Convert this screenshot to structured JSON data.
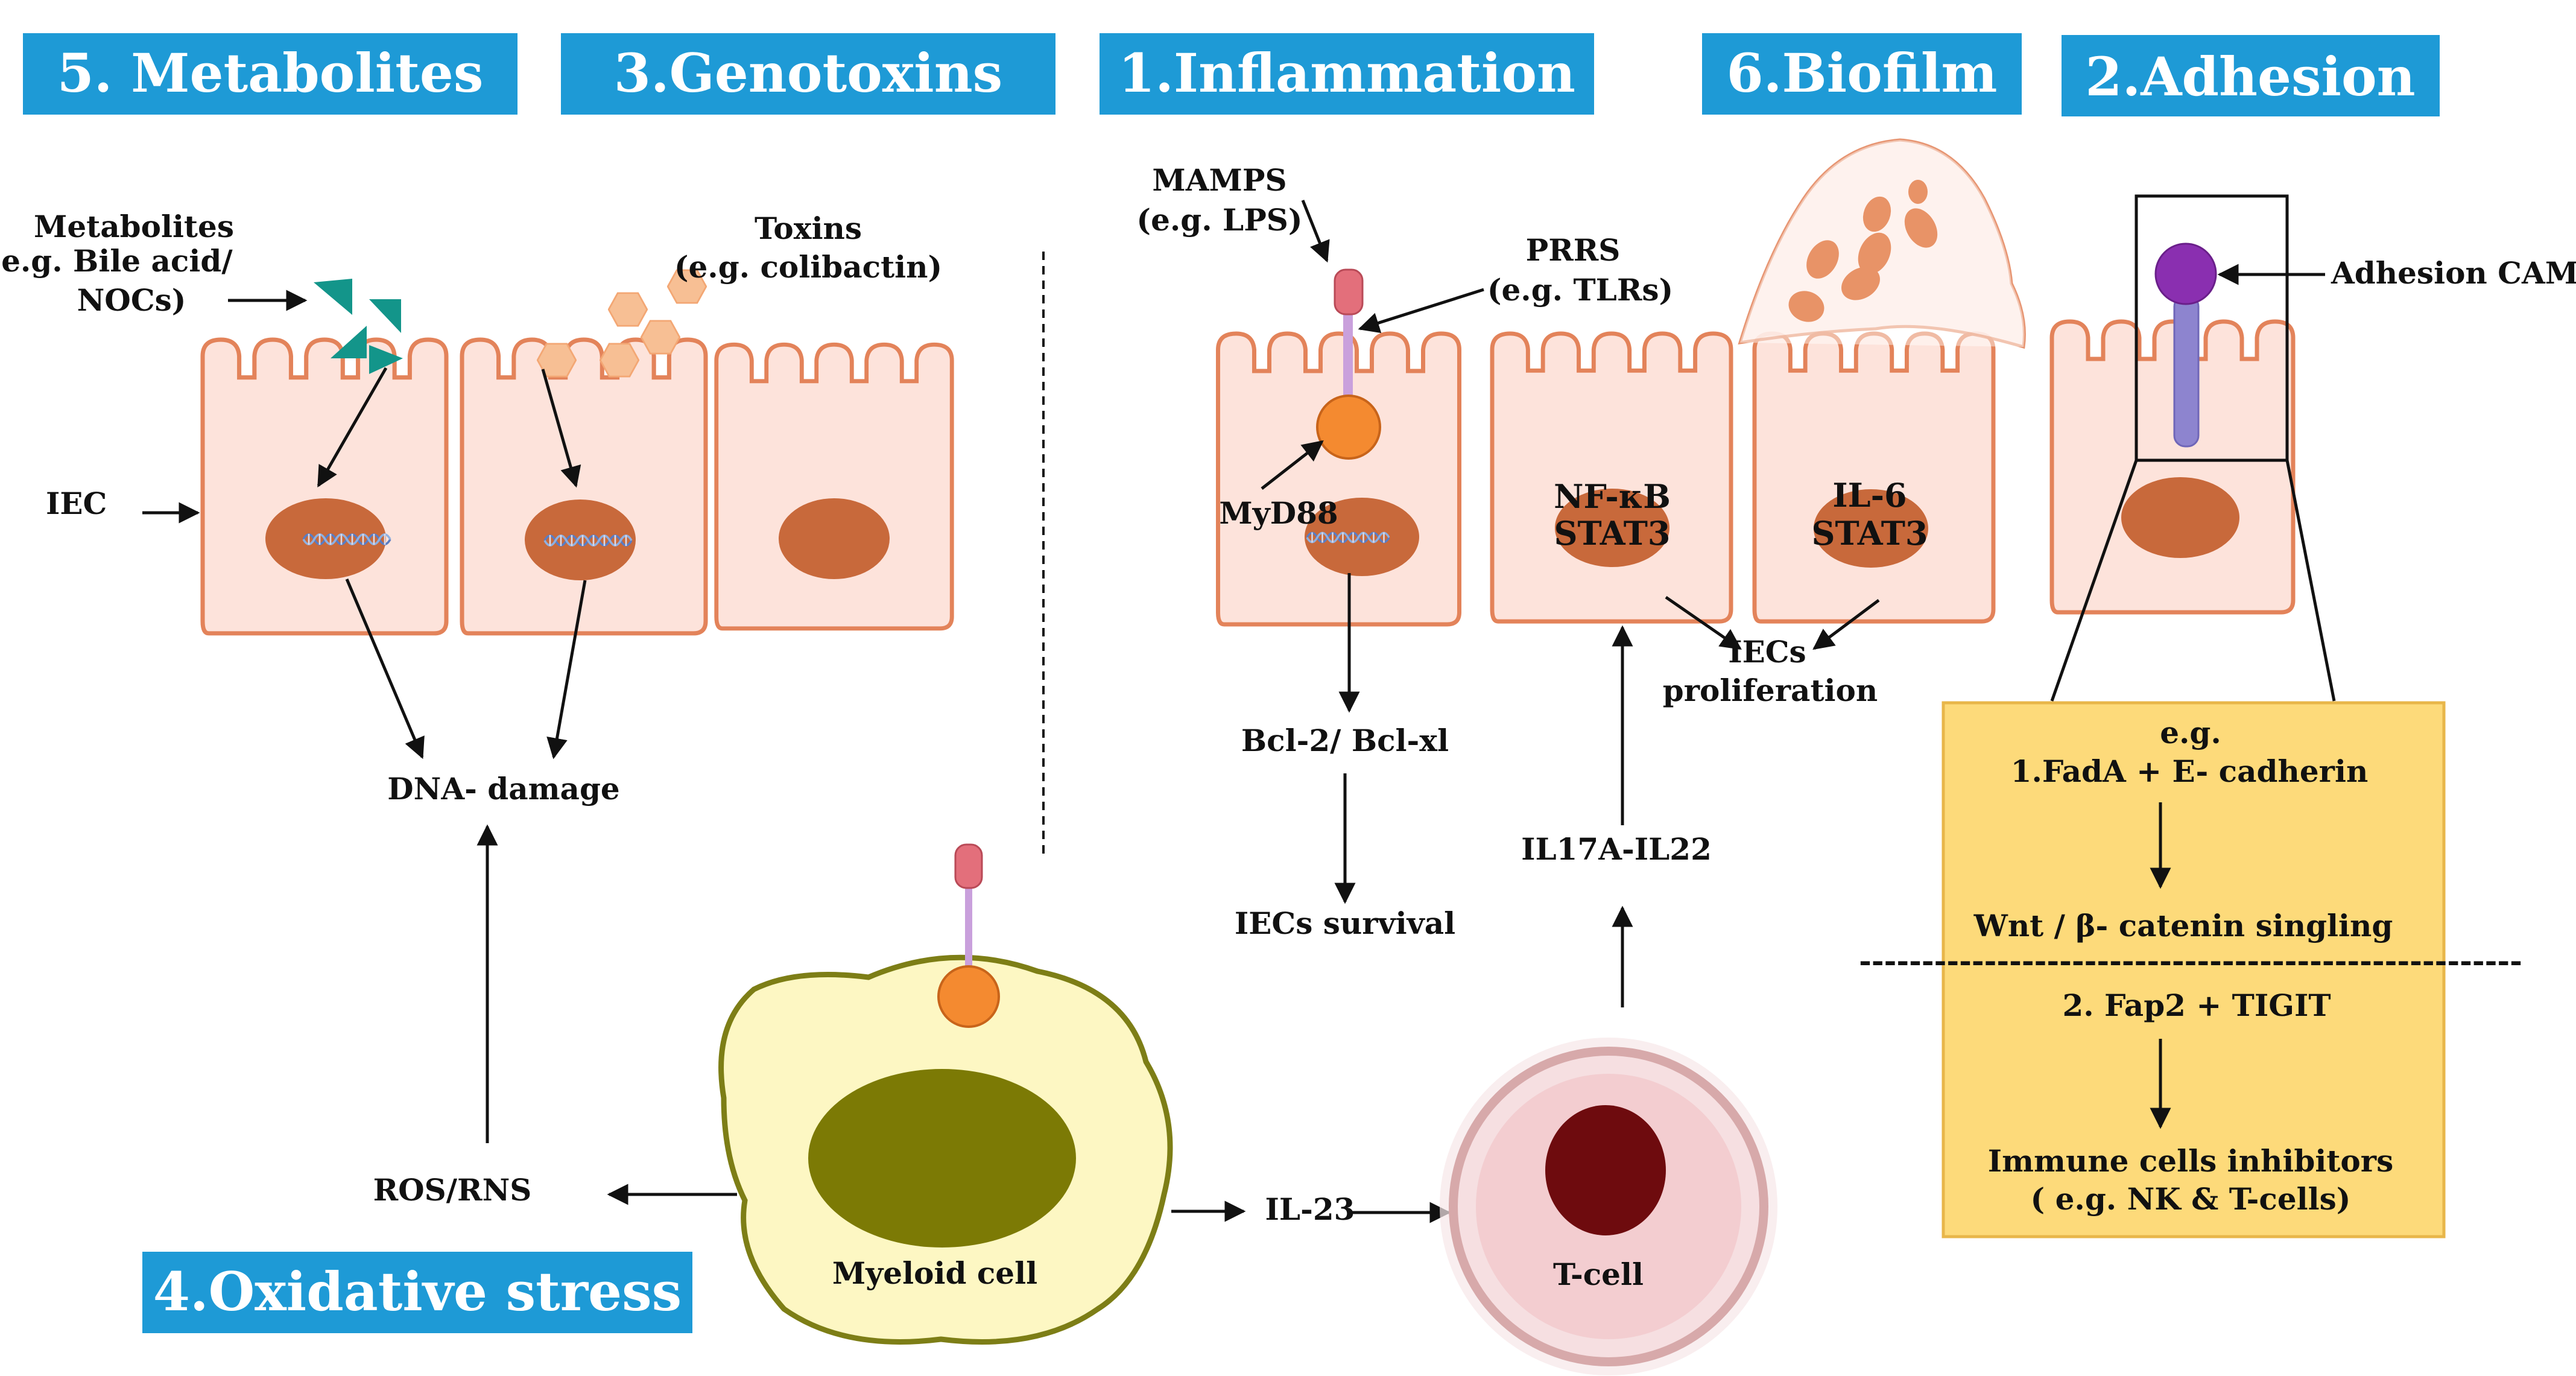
{
  "colors": {
    "header_bg": "#1e9ad6",
    "header_text": "#ffffff",
    "cell_fill": "#fde3db",
    "cell_stroke": "#e3835a",
    "nucleus": "#c8693b",
    "receptor_head": "#e36f7b",
    "receptor_stalk": "#c9a0dc",
    "myd88": "#f48a30",
    "metabolite_teal": "#13958a",
    "toxin_peach": "#f7bf94",
    "biofilm_spot": "#e89367",
    "adhesion_ball": "#8a2fb0",
    "adhesion_stalk": "#8d84cf",
    "myeloid_fill": "#fdf7c3",
    "myeloid_stroke": "#7d7e16",
    "myeloid_nucleus": "#7c7a05",
    "tcell_ring": "#8d1a1a",
    "tcell_fill": "#f3cdd0",
    "tcell_nucleus": "#6e0b0e",
    "box_fill": "#fdda7a",
    "box_stroke": "#e8b64a"
  },
  "icons": [
    "dna-helix-icon",
    "hexagon-toxin-icon",
    "triangle-metabolite-icon",
    "receptor-icon",
    "adhesion-molecule-icon"
  ],
  "headers": {
    "metabolites": "5. Metabolites",
    "genotoxins": "3.Genotoxins",
    "inflammation": "1.Inflammation",
    "biofilm": "6.Biofilm",
    "adhesion": "2.Adhesion",
    "oxidative": "4.Oxidative stress"
  },
  "labels": {
    "metabolites_line1": "Metabolites",
    "metabolites_line2": "(e.g. Bile acid/",
    "metabolites_line3": "NOCs)",
    "toxins_line1": "Toxins",
    "toxins_line2": "(e.g. colibactin)",
    "iec": "IEC",
    "dna_damage": "DNA- damage",
    "ros_rns": "ROS/RNS",
    "myeloid": "Myeloid cell",
    "il23": "IL-23",
    "tcell": "T-cell",
    "mamps_line1": "MAMPS",
    "mamps_line2": "(e.g. LPS)",
    "prrs_line1": "PRRS",
    "prrs_line2": "(e.g. TLRs)",
    "myd88": "MyD88",
    "nfkb": "NF-κB",
    "stat3": "STAT3",
    "il6": "IL-6",
    "stat3_b": "STAT3",
    "iecs_line1": "IECs",
    "iecs_line2": "proliferation",
    "bcl2": "Bcl-2/ Bcl-xl",
    "iecs_survival": "IECs survival",
    "il17": "IL17A-IL22",
    "adhesion_cam": "Adhesion CAM"
  },
  "adhesion_box": {
    "eg": "e.g.",
    "line1": "1.FadA + E- cadherin",
    "line2": "Wnt / β- catenin singling",
    "divider": "-----------------------------------------------------",
    "line3": "2. Fap2 + TIGIT",
    "line4": "Immune cells inhibitors",
    "line5": "( e.g. NK &  T-cells)"
  }
}
